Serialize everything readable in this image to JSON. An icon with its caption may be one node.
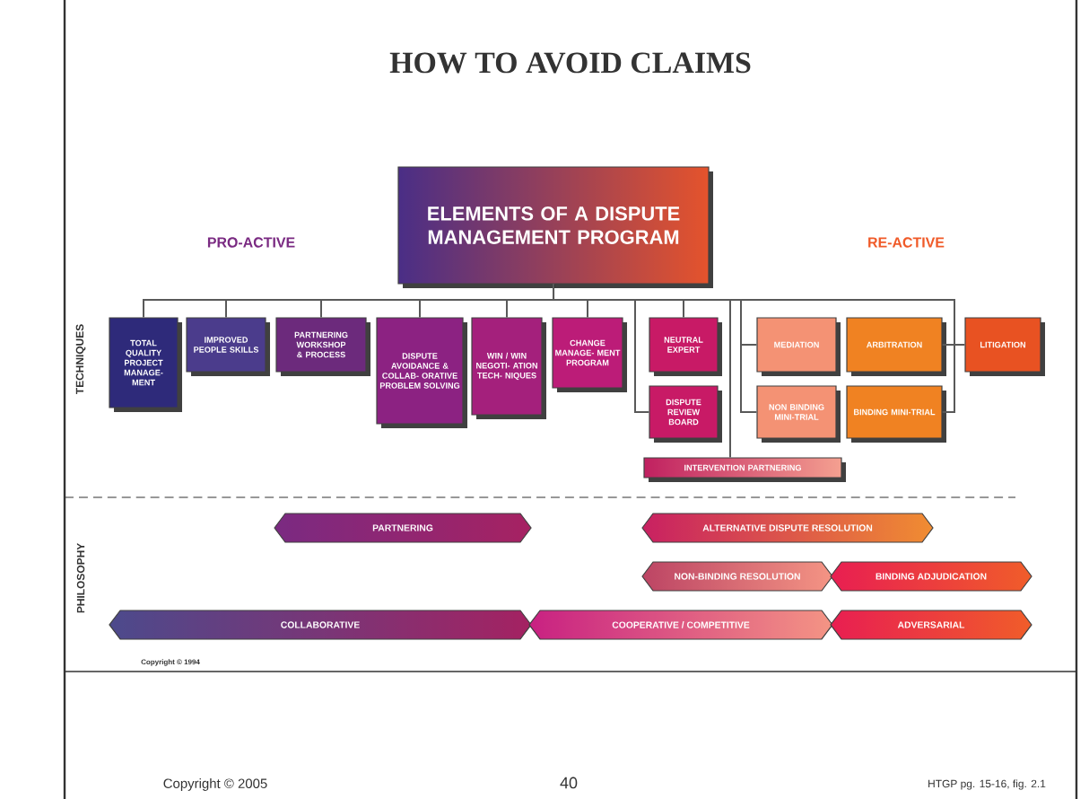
{
  "diagram": {
    "title": "HOW TO AVOID CLAIMS",
    "nodes": [
      {
        "text": [
          "ELEMENTS OF A DISPUTE MANAGEMENT PROGRAM"
        ]
      },
      {
        "text": [
          "TOTAL QUALITY PROJECT MANAGE- MENT"
        ]
      },
      {
        "text": [
          "IMPROVED PEOPLE SKILLS"
        ]
      },
      {
        "text": [
          "PARTNERING WORKSHOP & PROCESS"
        ]
      },
      {
        "text": [
          "DISPUTE AVOIDANCE & COLLAB- ORATIVE PROBLEM SOLVING"
        ]
      },
      {
        "text": [
          "WIN / WIN NEGOTI- ATION TECH- NIQUES"
        ]
      },
      {
        "text": [
          "CHANGE MANAGE- MENT PROGRAM"
        ]
      },
      {
        "text": [
          "NEUTRAL EXPERT"
        ]
      },
      {
        "text": [
          "DISPUTE REVIEW BOARD"
        ]
      },
      {
        "text": [
          "INTERVENTION PARTNERING"
        ]
      },
      {
        "text": [
          "MEDIATION"
        ]
      },
      {
        "text": [
          "NON BINDING MINI-TRIAL"
        ]
      },
      {
        "text": [
          "ARBITRATION"
        ]
      },
      {
        "text": [
          "BINDING MINI-TRIAL"
        ]
      },
      {
        "text": [
          "LITIGATION"
        ]
      },
      {
        "text": [
          "PARTNERING"
        ]
      },
      {
        "text": [
          "ALTERNATIVE DISPUTE RESOLUTION"
        ]
      },
      {
        "text": [
          "NON-BINDING RESOLUTION"
        ]
      },
      {
        "text": [
          "BINDING ADJUDICATION"
        ]
      },
      {
        "text": [
          "COLLABORATIVE"
        ]
      },
      {
        "text": [
          "COOPERATIVE / COMPETITIVE"
        ]
      },
      {
        "text": [
          "ADVERSARIAL"
        ]
      }
    ],
    "edges": [
      {
        "from": 0,
        "to": 1,
        "arrow": "none"
      },
      {
        "from": 0,
        "to": 2,
        "arrow": "none"
      },
      {
        "from": 0,
        "to": 3,
        "arrow": "none"
      },
      {
        "from": 0,
        "to": 4,
        "arrow": "none"
      },
      {
        "from": 0,
        "to": 5,
        "arrow": "none"
      },
      {
        "from": 0,
        "to": 6,
        "arrow": "none"
      },
      {
        "from": 0,
        "to": 7,
        "arrow": "none"
      },
      {
        "from": 0,
        "to": 8,
        "arrow": "none"
      },
      {
        "from": 0,
        "to": 9,
        "arrow": "none"
      },
      {
        "from": 0,
        "to": 10,
        "arrow": "none"
      },
      {
        "from": 0,
        "to": 11,
        "arrow": "none"
      },
      {
        "from": 0,
        "to": 12,
        "arrow": "none"
      },
      {
        "from": 0,
        "to": 13,
        "arrow": "none"
      },
      {
        "from": 0,
        "to": 14,
        "arrow": "none"
      }
    ],
    "labels": [
      "PRO-ACTIVE",
      "RE-ACTIVE",
      "TECHNIQUES",
      "PHILOSOPHY",
      "Copyright © 1994",
      "Copyright © 2005",
      "40",
      "HTGP pg. 15-16, fig. 2.1"
    ]
  }
}
